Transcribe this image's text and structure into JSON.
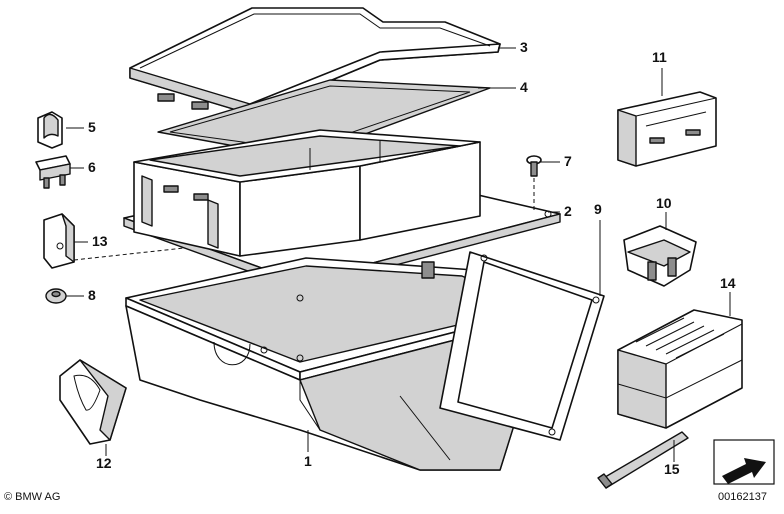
{
  "diagram": {
    "callouts": [
      {
        "id": "1",
        "label": "1"
      },
      {
        "id": "2",
        "label": "2"
      },
      {
        "id": "3",
        "label": "3"
      },
      {
        "id": "4",
        "label": "4"
      },
      {
        "id": "5",
        "label": "5"
      },
      {
        "id": "6",
        "label": "6"
      },
      {
        "id": "7",
        "label": "7"
      },
      {
        "id": "8",
        "label": "8"
      },
      {
        "id": "9",
        "label": "9"
      },
      {
        "id": "10",
        "label": "10"
      },
      {
        "id": "11",
        "label": "11"
      },
      {
        "id": "12",
        "label": "12"
      },
      {
        "id": "13",
        "label": "13"
      },
      {
        "id": "14",
        "label": "14"
      },
      {
        "id": "15",
        "label": "15"
      }
    ],
    "copyright": "© BMW AG",
    "diagram_number": "00162137"
  },
  "icons": {
    "corner_badge": "arrow-frame-icon"
  }
}
